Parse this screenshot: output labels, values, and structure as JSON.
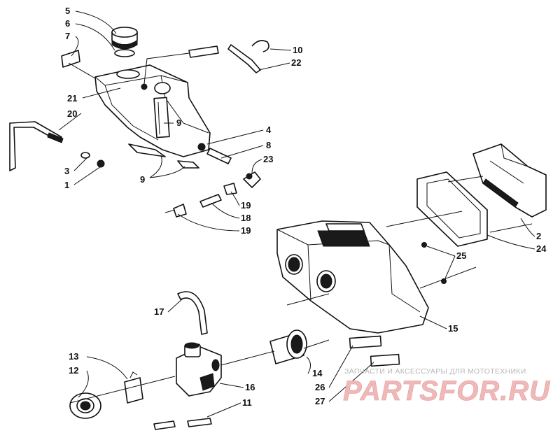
{
  "callouts": {
    "c1": "1",
    "c2": "2",
    "c3": "3",
    "c4": "4",
    "c5": "5",
    "c6": "6",
    "c7": "7",
    "c8": "8",
    "c9a": "9",
    "c9b": "9",
    "c10": "10",
    "c11": "11",
    "c12": "12",
    "c13": "13",
    "c14": "14",
    "c15": "15",
    "c16": "16",
    "c17": "17",
    "c18": "18",
    "c19a": "19",
    "c19b": "19",
    "c20": "20",
    "c21": "21",
    "c22": "22",
    "c23": "23",
    "c24": "24",
    "c25": "25",
    "c26": "26",
    "c27": "27"
  },
  "watermark": {
    "caption": "ЗАПЧАСТИ И АКСЕССУАРЫ ДЛЯ МОТОТЕХНИКИ",
    "logo": "PARTSFOR.RU"
  },
  "colors": {
    "line": "#111111",
    "watermark_logo": "#f0b8b8",
    "watermark_caption": "#b8b8b8"
  }
}
